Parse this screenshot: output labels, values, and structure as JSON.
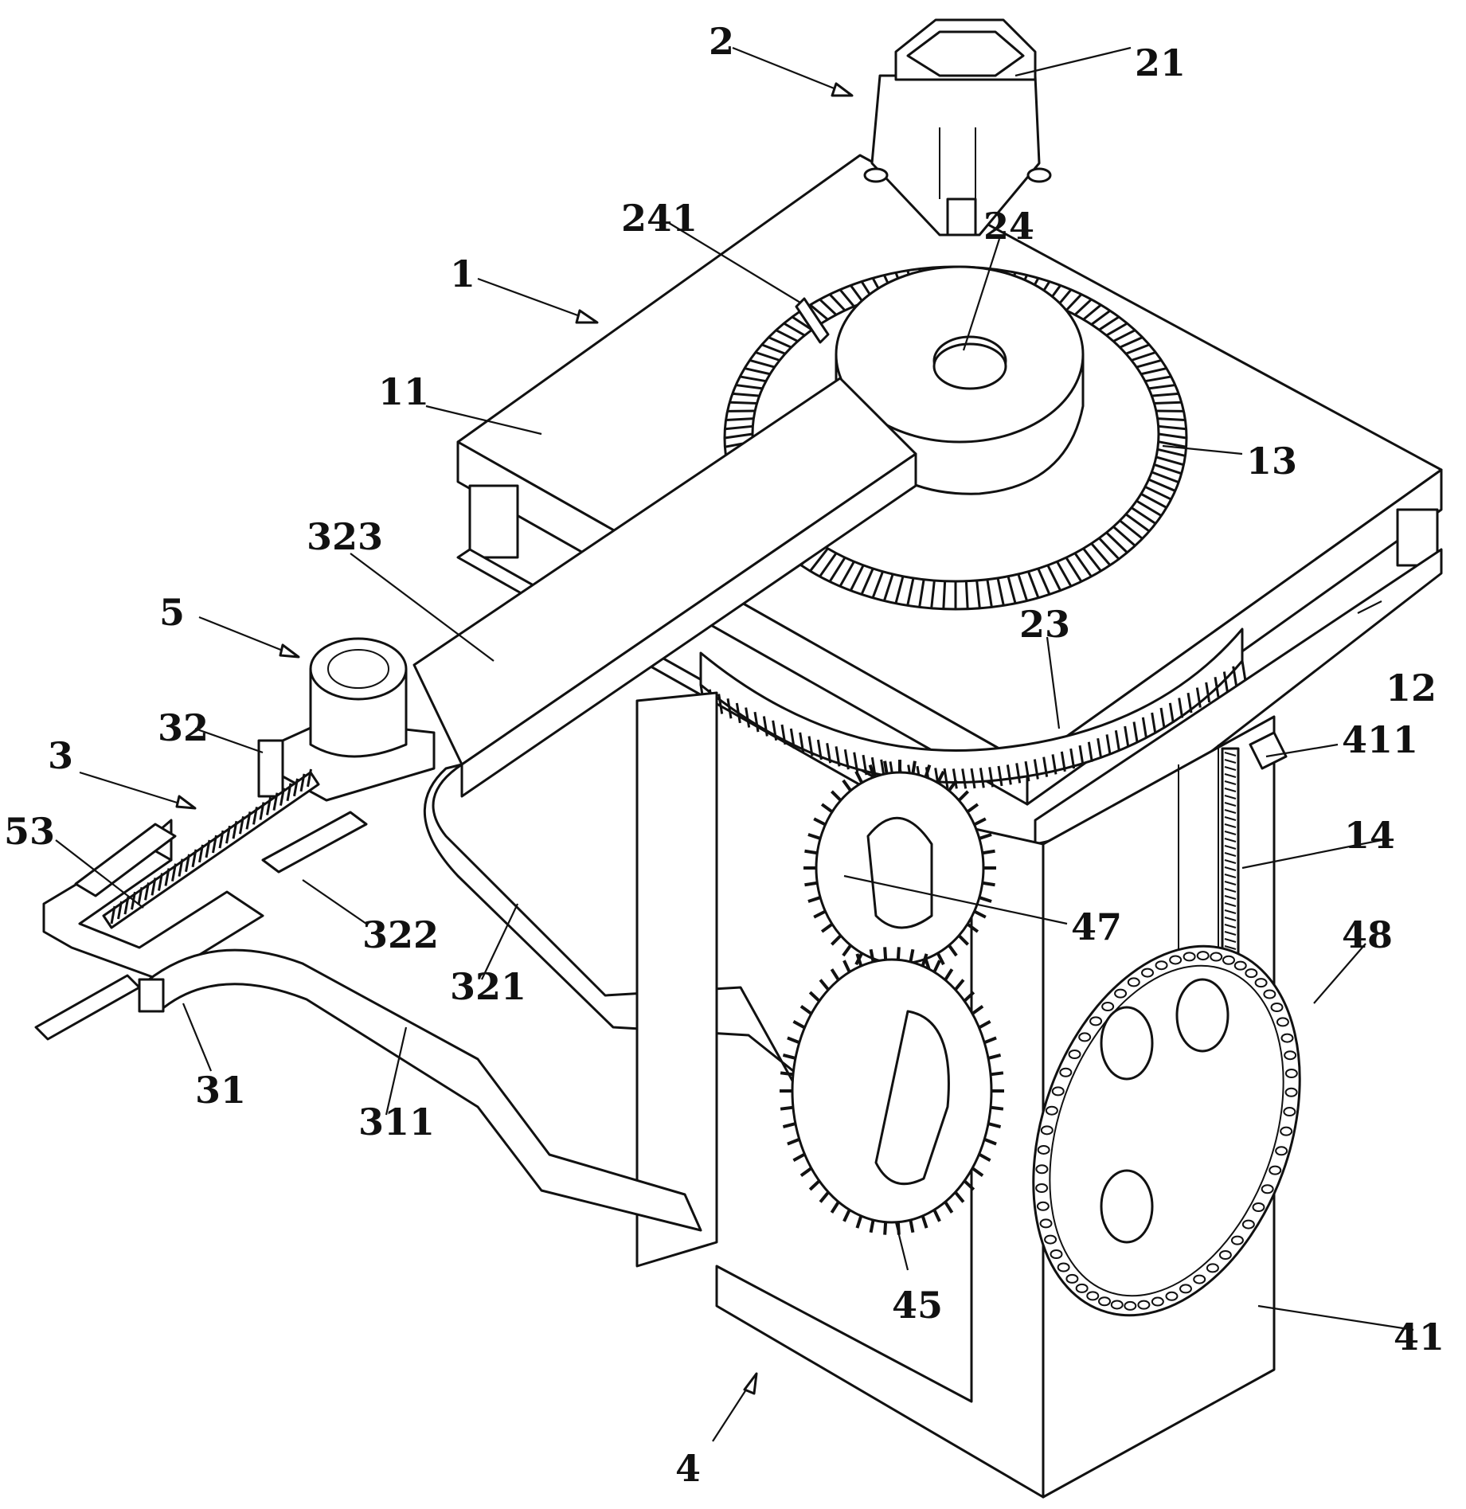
{
  "labels": {
    "l1": "1",
    "l2": "2",
    "l21": "21",
    "l241": "241",
    "l24": "24",
    "l11": "11",
    "l13": "13",
    "l323": "323",
    "l5": "5",
    "l23": "23",
    "l12": "12",
    "l32": "32",
    "l411": "411",
    "l3": "3",
    "l53": "53",
    "l14": "14",
    "l322": "322",
    "l47": "47",
    "l48": "48",
    "l321": "321",
    "l31": "31",
    "l311": "311",
    "l45": "45",
    "l41": "41",
    "l4": "4"
  },
  "colors": {
    "stroke": "#111111",
    "background": "#ffffff"
  }
}
